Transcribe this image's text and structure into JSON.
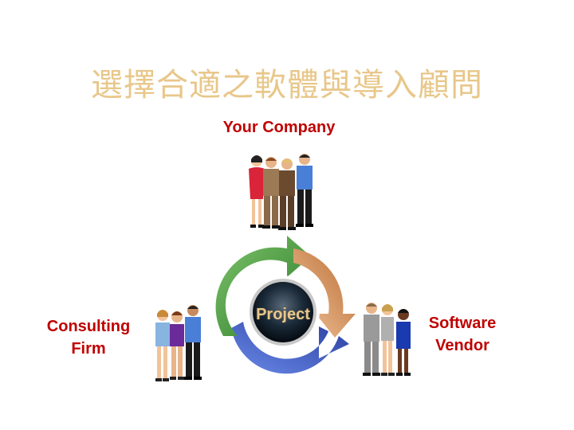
{
  "slide": {
    "title": "選擇合適之軟體與導入顧問"
  },
  "diagram": {
    "your_company": "Your Company",
    "consulting_firm": [
      "Consulting",
      "Firm"
    ],
    "software_vendor": [
      "Software",
      "Vendor"
    ],
    "center": "Project"
  },
  "colors": {
    "title": "#e8c78a",
    "labels": "#c00000",
    "arrow_green": "#3e9a3a",
    "arrow_orange": "#d9894b",
    "arrow_blue": "#3b5ec8"
  }
}
